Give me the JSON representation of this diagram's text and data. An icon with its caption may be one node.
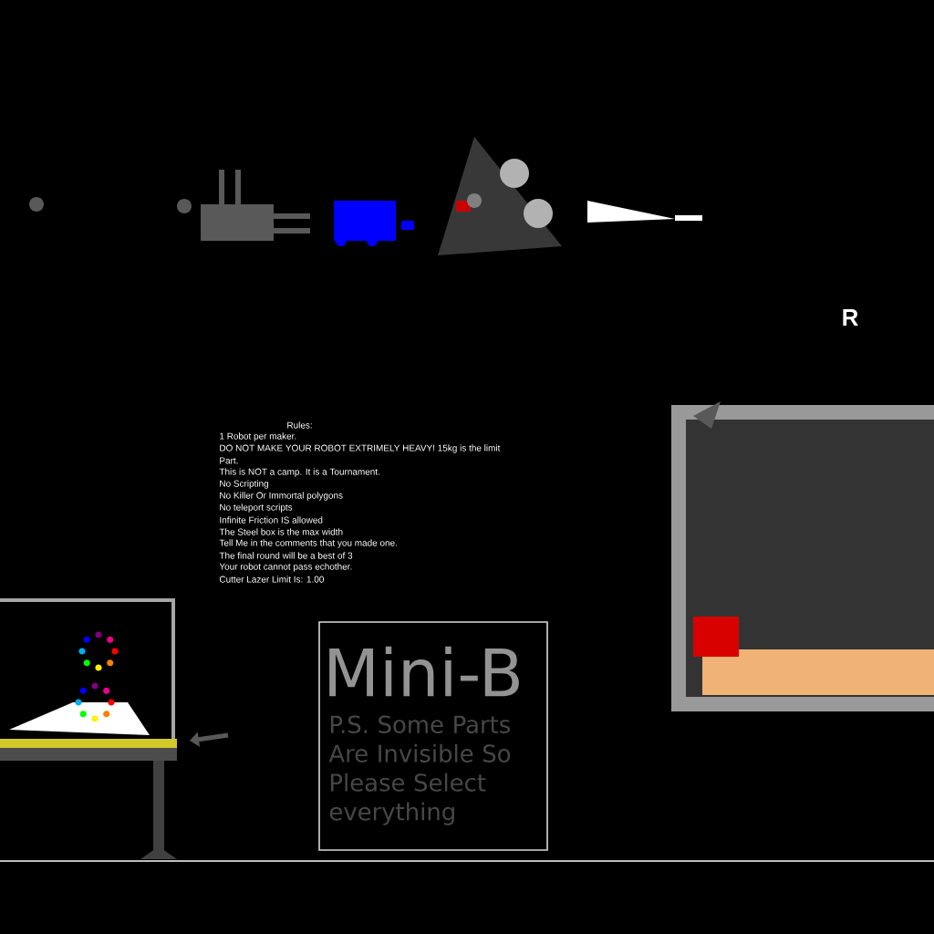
{
  "diagram": {
    "nodes": [
      {
        "text": [
          "Mini-B",
          "P.S. Some Parts Are Invisible So Please Select everything"
        ]
      }
    ],
    "edges": [],
    "labels": [
      "Rules:",
      "1 Robot per maker.",
      "DO NOT MAKE YOUR ROBOT EXTRIMELY HEAVY! 15kg is the limit",
      "Part.",
      "This is NOT a camp. It is a Tournament.",
      "No Scripting",
      "No Killer Or Immortal polygons",
      "No teleport scripts",
      "Infinite Friction IS allowed",
      "The Steel box is the max width",
      "Tell Me in the comments that you made one.",
      "The final round will be a best of 3",
      "Your robot cannot pass echother.",
      "Cutter Lazer Limit Is: 1.00",
      "R"
    ]
  }
}
